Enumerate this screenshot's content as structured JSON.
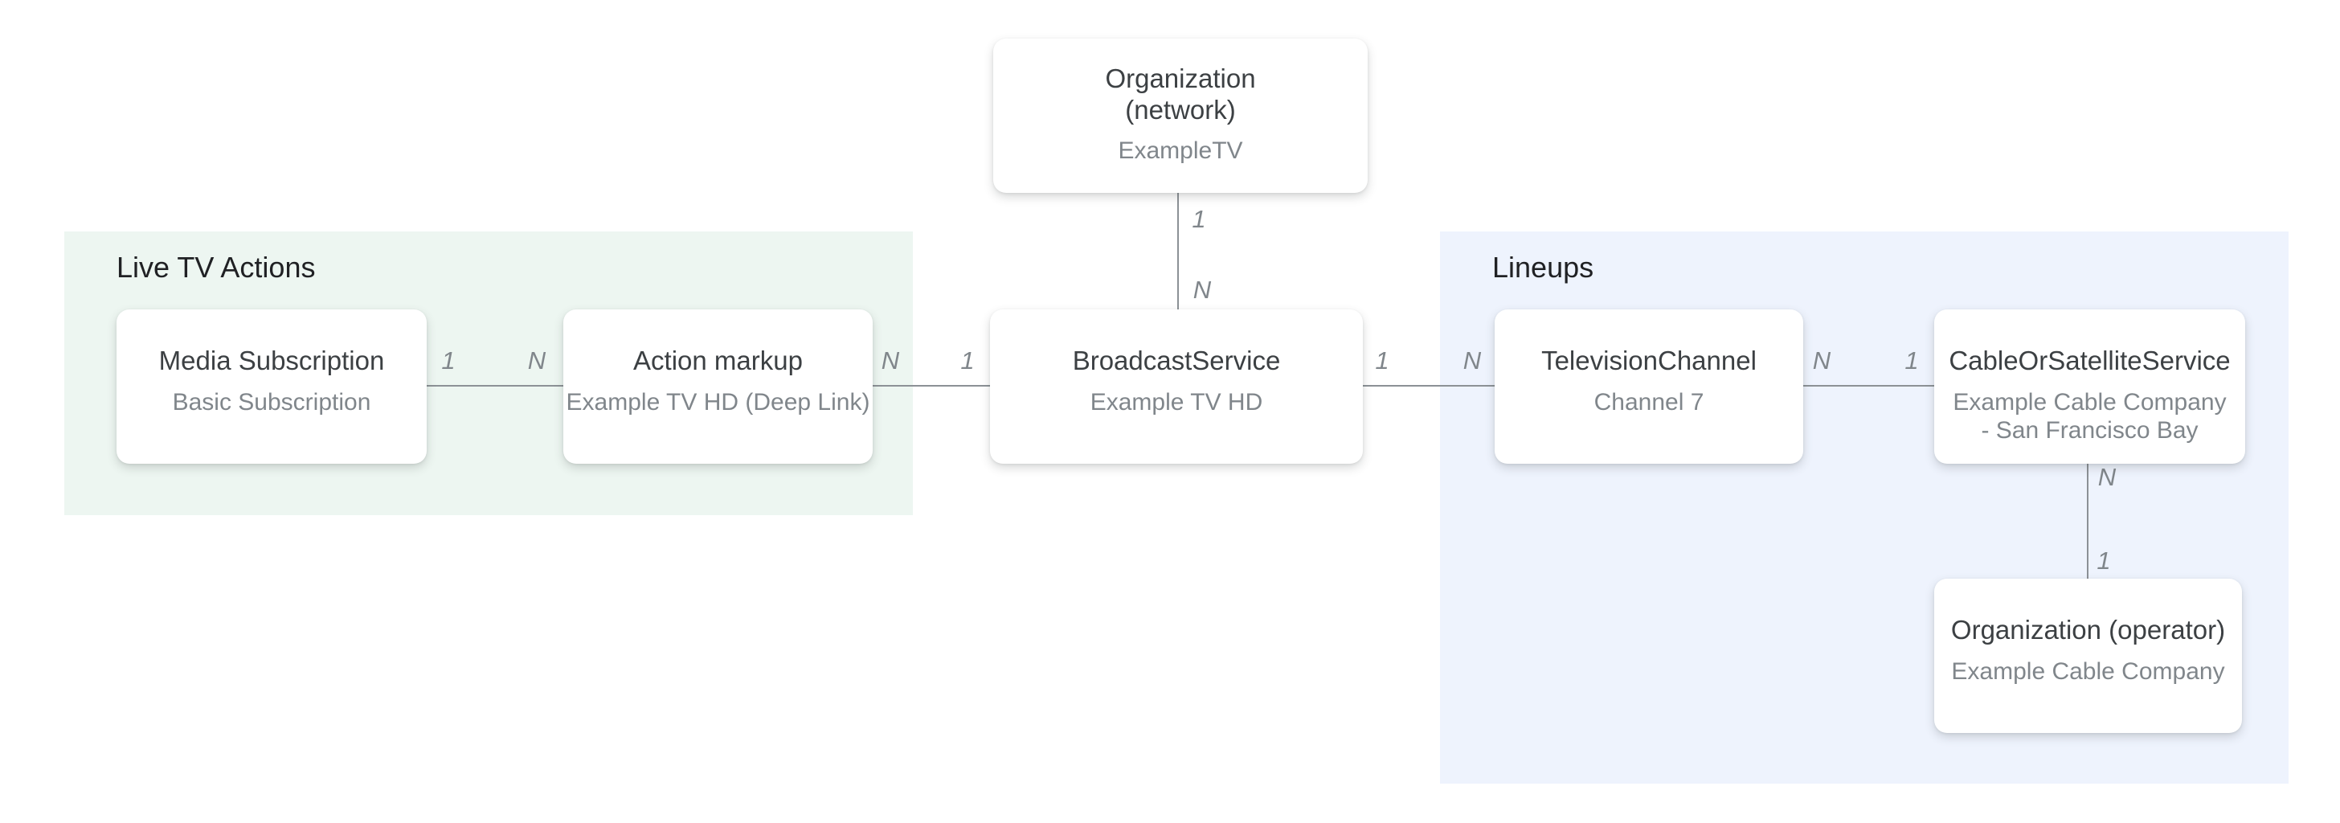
{
  "regions": {
    "live_tv_actions": {
      "label": "Live TV Actions"
    },
    "lineups": {
      "label": "Lineups"
    }
  },
  "nodes": {
    "org_network": {
      "title": "Organization (network)",
      "subtitle": "ExampleTV"
    },
    "media_subscription": {
      "title": "Media Subscription",
      "subtitle": "Basic Subscription"
    },
    "action_markup": {
      "title": "Action markup",
      "subtitle": "Example TV HD (Deep Link)"
    },
    "broadcast_service": {
      "title": "BroadcastService",
      "subtitle": "Example TV HD"
    },
    "television_channel": {
      "title": "TelevisionChannel",
      "subtitle": "Channel 7"
    },
    "cable_or_satellite_service": {
      "title": "CableOrSatelliteService",
      "subtitle": "Example Cable Company - San Francisco Bay"
    },
    "org_operator": {
      "title": "Organization (operator)",
      "subtitle": "Example Cable Company"
    }
  },
  "edges": {
    "network_to_broadcast": {
      "start_label": "1",
      "end_label": "N"
    },
    "media_to_action": {
      "start_label": "1",
      "end_label": "N"
    },
    "action_to_broadcast": {
      "start_label": "N",
      "end_label": "1"
    },
    "broadcast_to_channel": {
      "start_label": "1",
      "end_label": "N"
    },
    "channel_to_cable": {
      "start_label": "N",
      "end_label": "1"
    },
    "cable_to_operator": {
      "start_label": "N",
      "end_label": "1"
    }
  },
  "colors": {
    "live_tv_actions_bg": "#edf6f1",
    "lineups_bg": "#eef3fd",
    "node_bg": "#ffffff",
    "connector": "#8c9196",
    "region_title": "#202124",
    "node_title": "#3c4043",
    "node_subtitle": "#80868b",
    "cardinality_label": "#80868b"
  }
}
